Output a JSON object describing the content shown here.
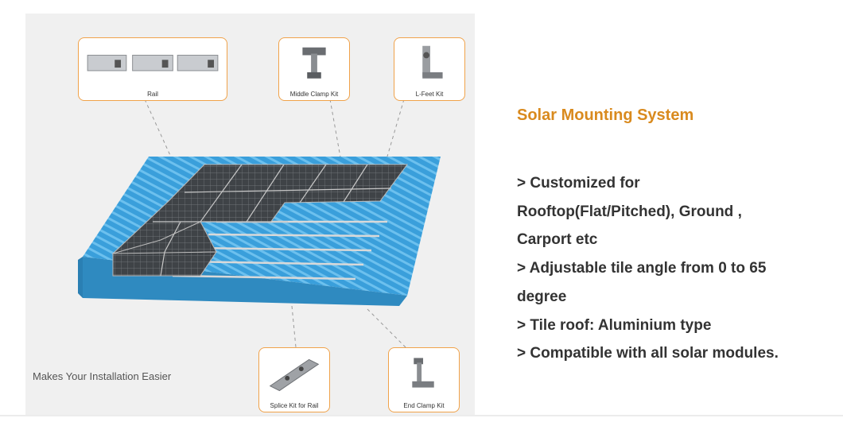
{
  "diagram": {
    "kits": {
      "rail": "Rail",
      "middle_clamp": "Middle Clamp Kit",
      "l_feet": "L-Feet Kit",
      "splice": "Splice Kit for Rail",
      "end_clamp": "End Clamp Kit"
    },
    "tagline": "Makes Your Installation Easier"
  },
  "info": {
    "title": "Solar Mounting System",
    "features": [
      "> Customized for",
      "Rooftop(Flat/Pitched), Ground ,",
      "Carport etc",
      "> Adjustable tile angle from 0 to 65",
      "degree",
      "> Tile roof: Aluminium type",
      "> Compatible with all solar modules."
    ]
  },
  "colors": {
    "accent": "#d98a1e",
    "roof": "#3aa0dc",
    "card_border": "#f0a24a"
  }
}
